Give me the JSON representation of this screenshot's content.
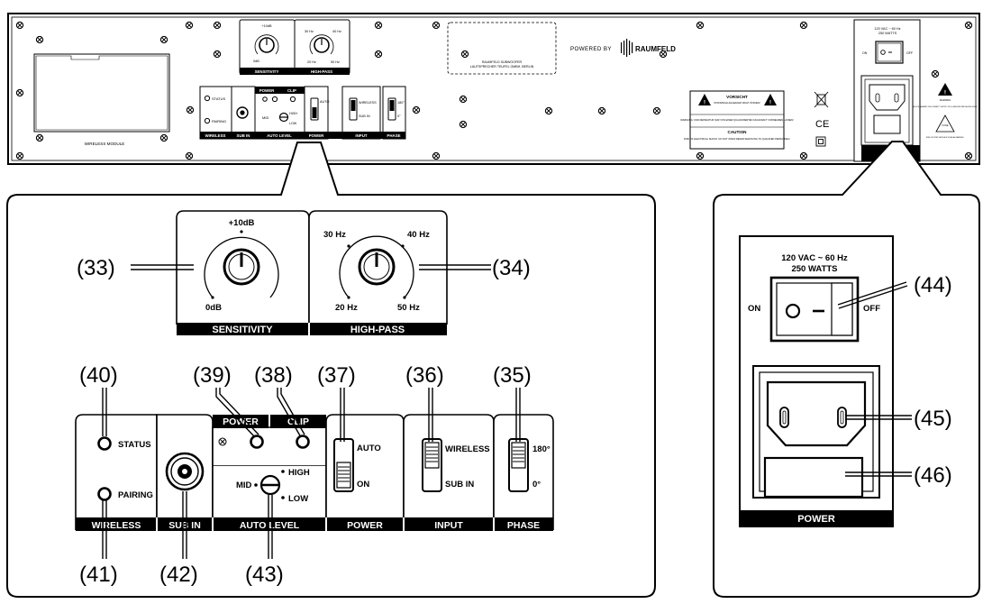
{
  "top_panel": {
    "wireless_module": "WIRELESS MODULE",
    "brand_box_line1": "RAUMFELD SUBWOOFER",
    "brand_box_line2": "LAUTSPRECHER TEUFEL GMBH, BERLIN",
    "powered_by": "POWERED BY",
    "brand": "RAUMFELD",
    "sens_max": "+10dB",
    "sens_min": "0dB",
    "sens_label": "SENSITIVITY",
    "hp_30": "30 Hz",
    "hp_40": "40 Hz",
    "hp_20": "20 Hz",
    "hp_50": "50 Hz",
    "hp_label": "HIGH-PASS",
    "status": "STATUS",
    "pairing": "PAIRING",
    "power_led": "POWER",
    "clip_led": "CLIP",
    "mid": "MID",
    "high": "HIGH",
    "low": "LOW",
    "auto": "AUTO",
    "on": "ON",
    "wireless": "WIRELESS",
    "sub_in": "SUB IN",
    "p180": "180°",
    "p0": "0°",
    "sec_wireless": "WIRELESS",
    "sec_subin": "SUB IN",
    "sec_autolevel": "AUTO LEVEL",
    "sec_power": "POWER",
    "sec_input": "INPUT",
    "sec_phase": "PHASE",
    "vorsicht": "VORSICHT",
    "vorsicht_sub": "STROMSCHLAGGEFAHR NICHT ÖFFNEN!",
    "warn_de": "WARNUNG: UND REPARATUR NUR VON EINER QUALIFIZIERTEN FACHKRAFT VORNEHMEN LASSEN!",
    "caution": "CAUTION",
    "caution_sub": "RISK OF ELECTRICAL SHOCK. DO NOT OPEN! REFER SERVICING TO QUALIFIED PERSONNEL!",
    "ce": "CE",
    "mains_line1": "120 VAC ~ 60 Hz",
    "mains_line2": "250 WATTS",
    "mains_on": "ON",
    "mains_off": "OFF",
    "warning": "WARNING",
    "warning_sub": "SHOCK HAZARD! DISCONNECT SUPPLY PLUG BEFORE REPLACING FUSE.",
    "fuse": "FUSE",
    "fuse_sub": "RISK OF FIRE! REPLACE FUSE AS MARKED."
  },
  "detail_left": {
    "sens_max": "+10dB",
    "sens_min": "0dB",
    "sens_label": "SENSITIVITY",
    "hp_30": "30 Hz",
    "hp_40": "40 Hz",
    "hp_20": "20 Hz",
    "hp_50": "50 Hz",
    "hp_label": "HIGH-PASS",
    "power_led": "POWER",
    "clip_led": "CLIP",
    "status": "STATUS",
    "pairing": "PAIRING",
    "auto": "AUTO",
    "on": "ON",
    "wireless": "WIRELESS",
    "sub_in": "SUB IN",
    "p180": "180°",
    "p0": "0°",
    "mid": "MID",
    "high": "HIGH",
    "low": "LOW",
    "sec_wireless": "WIRELESS",
    "sec_subin": "SUB IN",
    "sec_autolevel": "AUTO LEVEL",
    "sec_power": "POWER",
    "sec_input": "INPUT",
    "sec_phase": "PHASE"
  },
  "detail_right": {
    "line1": "120 VAC ~ 60 Hz",
    "line2": "250 WATTS",
    "on": "ON",
    "off": "OFF",
    "label": "POWER"
  },
  "callouts": {
    "c33": "(33)",
    "c34": "(34)",
    "c35": "(35)",
    "c36": "(36)",
    "c37": "(37)",
    "c38": "(38)",
    "c39": "(39)",
    "c40": "(40)",
    "c41": "(41)",
    "c42": "(42)",
    "c43": "(43)",
    "c44": "(44)",
    "c45": "(45)",
    "c46": "(46)"
  }
}
